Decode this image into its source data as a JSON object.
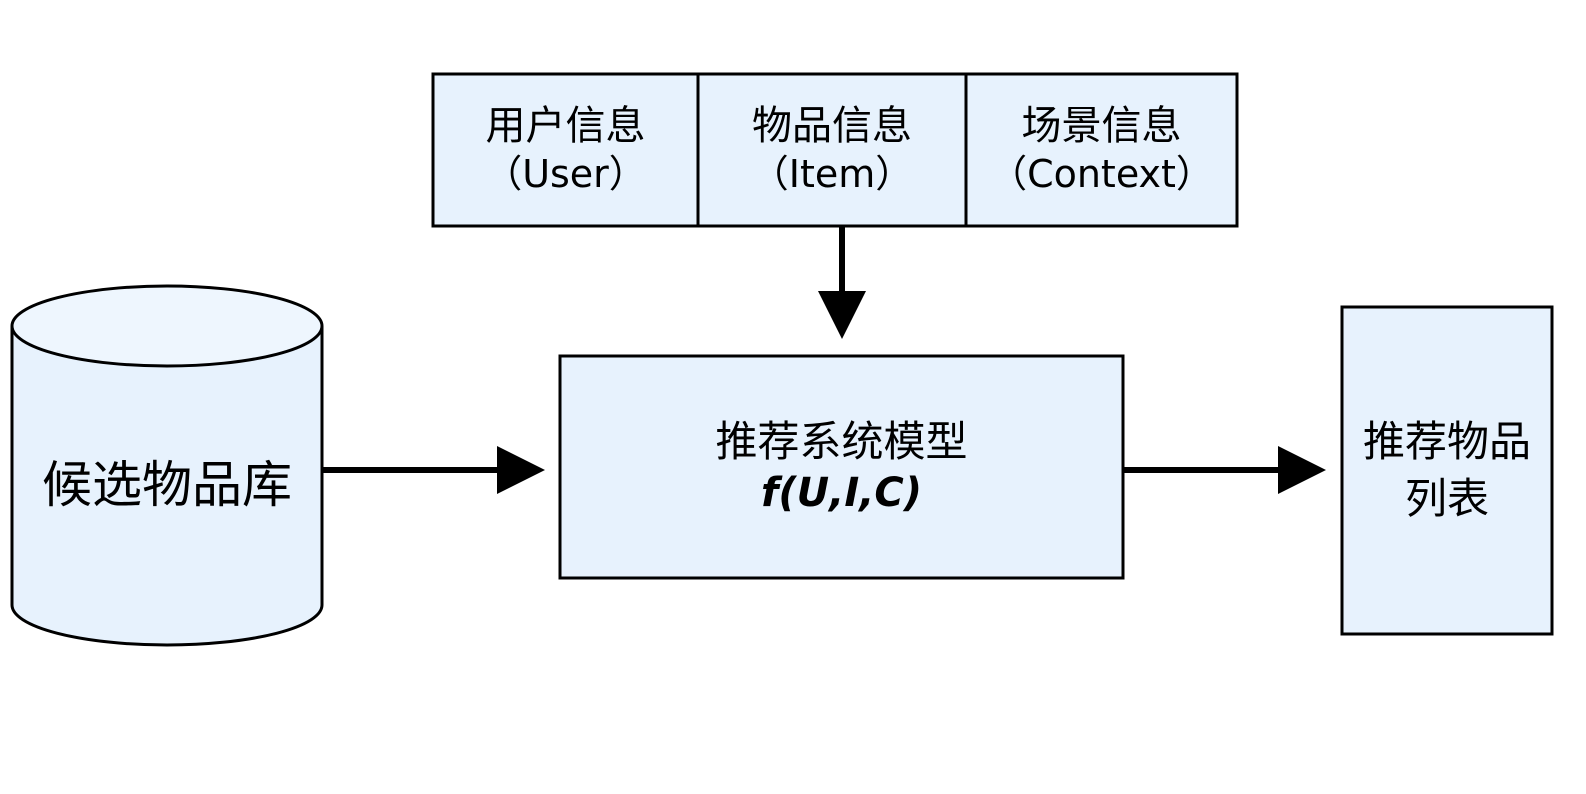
{
  "colors": {
    "box_fill": "#e7f2fd",
    "stroke": "#000000"
  },
  "inputs": [
    {
      "title": "用户信息",
      "subtitle": "（User）"
    },
    {
      "title": "物品信息",
      "subtitle": "（Item）"
    },
    {
      "title": "场景信息",
      "subtitle": "（Context）"
    }
  ],
  "model": {
    "title": "推荐系统模型",
    "formula": "f(U,I,C)"
  },
  "candidate_db": {
    "label": "候选物品库"
  },
  "output": {
    "line1": "推荐物品",
    "line2": "列表"
  }
}
